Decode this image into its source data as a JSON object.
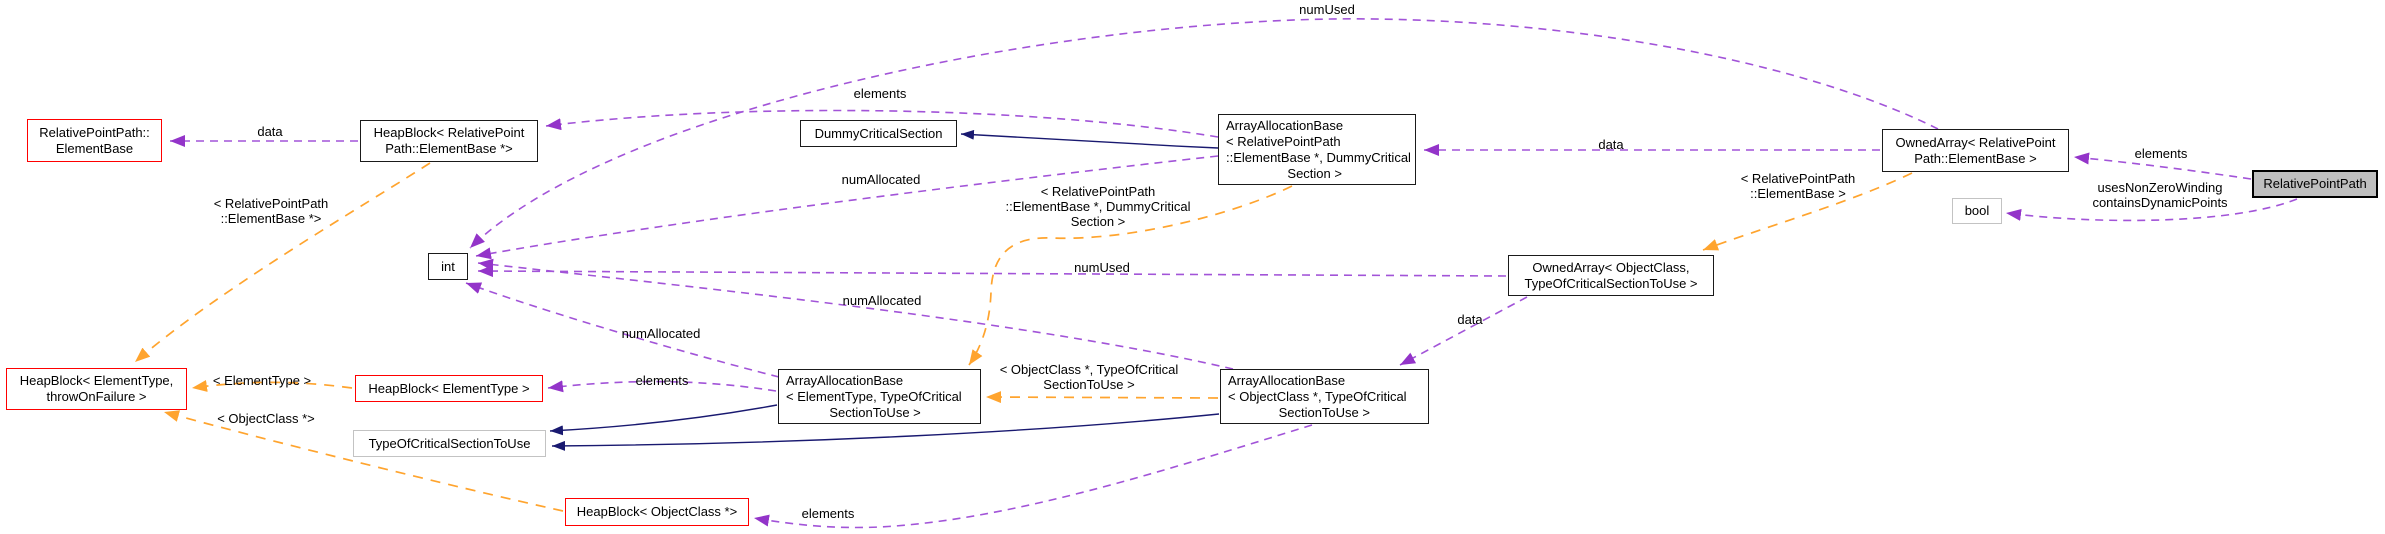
{
  "diagram": {
    "kind": "collaboration-graph",
    "target_class": "RelativePointPath",
    "colors": {
      "usage_edge": "#9d3fd3",
      "template_edge": "#ffa42e",
      "inheritance_edge": "#191970",
      "truncated_node_border": "#ff0000",
      "target_node_fill": "#bfbfbf",
      "undocumented_node_border": "#c3c3c3",
      "node_border": "#1a1a1a"
    },
    "nodes": [
      {
        "id": "relativepointpath-elementbase",
        "label": "RelativePointPath::\nElementBase"
      },
      {
        "id": "heapblock-relativepointpath-elementbase",
        "label": "HeapBlock< RelativePoint\nPath::ElementBase *>"
      },
      {
        "id": "dummycriticalsection",
        "label": "DummyCriticalSection"
      },
      {
        "id": "arrayallocationbase-relativepointpath",
        "label": "ArrayAllocationBase\n< RelativePointPath\n::ElementBase *, DummyCritical\n                 Section >"
      },
      {
        "id": "ownedarray-relativepointpath-elementbase",
        "label": "OwnedArray< RelativePoint\nPath::ElementBase >"
      },
      {
        "id": "relativepointpath",
        "label": "RelativePointPath"
      },
      {
        "id": "bool",
        "label": "bool"
      },
      {
        "id": "int",
        "label": "int"
      },
      {
        "id": "ownedarray-objectclass",
        "label": "OwnedArray< ObjectClass,\nTypeOfCriticalSectionToUse >"
      },
      {
        "id": "heapblock-elementtype-throwonfailure",
        "label": "HeapBlock< ElementType,\nthrowOnFailure >"
      },
      {
        "id": "heapblock-elementtype",
        "label": "HeapBlock< ElementType >"
      },
      {
        "id": "typeofcriticalsectiontouse",
        "label": "TypeOfCriticalSectionToUse"
      },
      {
        "id": "arrayallocationbase-elementtype",
        "label": "ArrayAllocationBase\n< ElementType, TypeOfCritical\n            SectionToUse >"
      },
      {
        "id": "arrayallocationbase-objectclass",
        "label": "ArrayAllocationBase\n< ObjectClass *, TypeOfCritical\n              SectionToUse >"
      },
      {
        "id": "heapblock-objectclass",
        "label": "HeapBlock< ObjectClass *>"
      }
    ],
    "edge_labels": [
      {
        "id": "data-heapblock-to-elementbase",
        "text": "data"
      },
      {
        "id": "tmpl-relativepointpath-elementbase-ptr",
        "text": "< RelativePointPath\n::ElementBase *>"
      },
      {
        "id": "elements-aab-rpp",
        "text": "elements"
      },
      {
        "id": "numallocated-aab-rpp",
        "text": "numAllocated"
      },
      {
        "id": "tmpl-rpp-dummycritical",
        "text": "< RelativePointPath\n::ElementBase *, DummyCritical\nSection >"
      },
      {
        "id": "numused-ownedarray-objectclass",
        "text": "numUsed"
      },
      {
        "id": "data-ownedarray-rpp",
        "text": "data"
      },
      {
        "id": "tmpl-rpp-elementbase",
        "text": "< RelativePointPath\n::ElementBase >"
      },
      {
        "id": "elements-relativepointpath",
        "text": "elements"
      },
      {
        "id": "uses-flags",
        "text": "usesNonZeroWinding\ncontainsDynamicPoints"
      },
      {
        "id": "numused-ownedarray-rpp",
        "text": "numUsed"
      },
      {
        "id": "numallocated-aab-objectclass",
        "text": "numAllocated"
      },
      {
        "id": "numallocated-aab-elementtype",
        "text": "numAllocated"
      },
      {
        "id": "tmpl-elementtype",
        "text": "< ElementType >"
      },
      {
        "id": "tmpl-objectclass-ptr",
        "text": "< ObjectClass *>"
      },
      {
        "id": "elements-aab-elementtype",
        "text": "elements"
      },
      {
        "id": "tmpl-objectclass-typeofcritical",
        "text": "< ObjectClass *, TypeOfCritical\nSectionToUse >"
      },
      {
        "id": "data-ownedarray-objectclass",
        "text": "data"
      },
      {
        "id": "elements-aab-objectclass",
        "text": "elements"
      }
    ]
  }
}
